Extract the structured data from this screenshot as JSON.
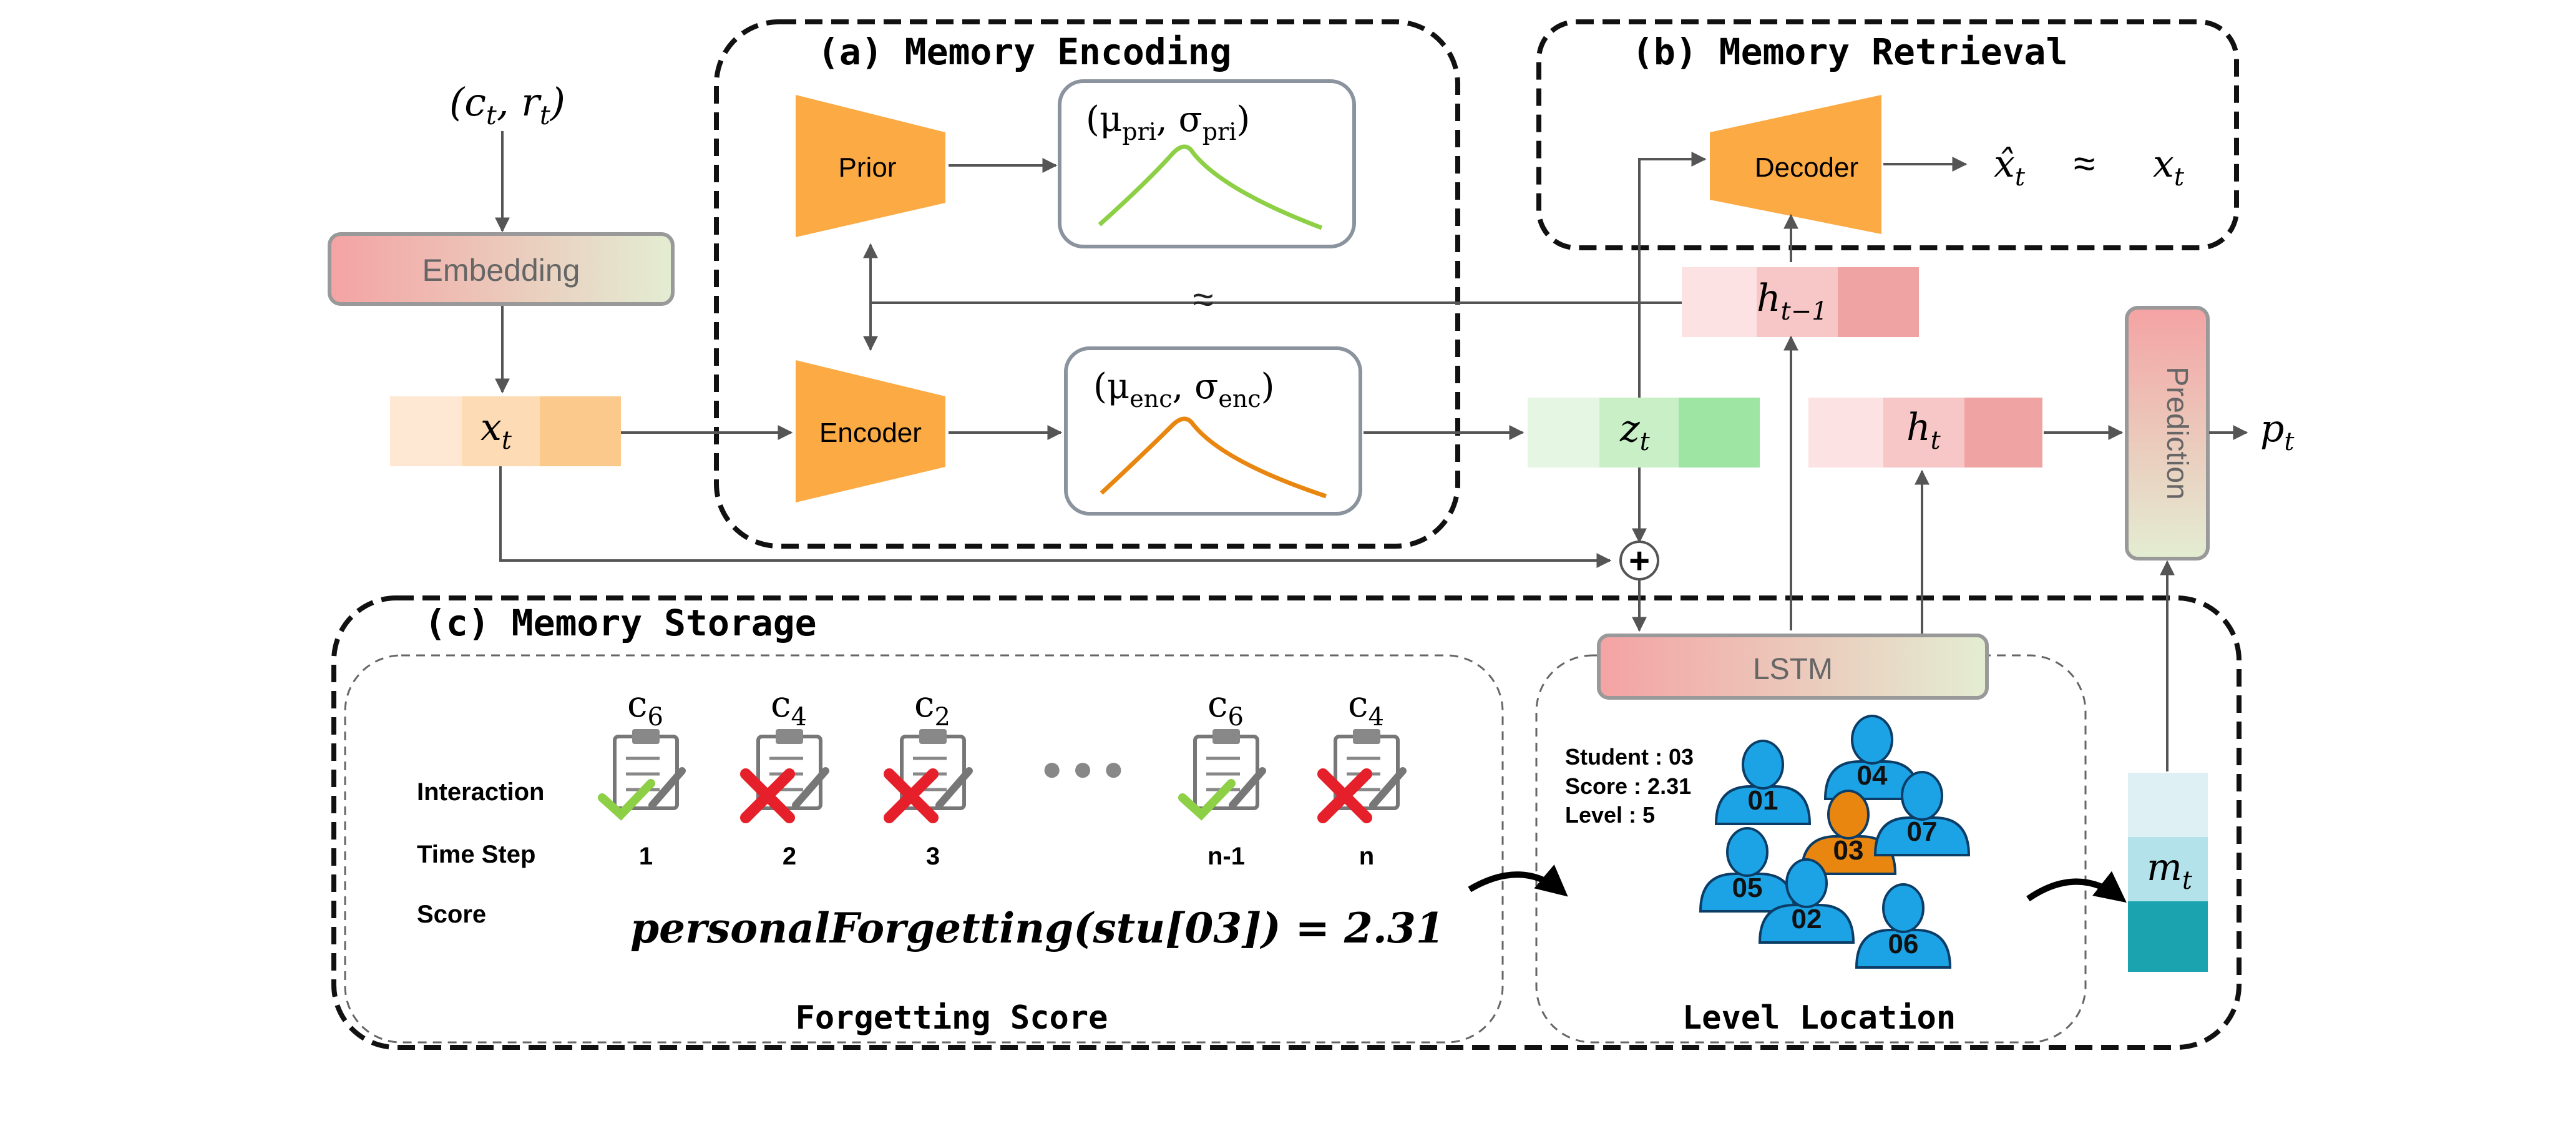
{
  "inputs": {
    "input_pair": "(c",
    "input_pair_tail": ", r",
    "embedding": "Embedding"
  },
  "vars": {
    "x": "x",
    "x_sub": "t",
    "z": "z",
    "z_sub": "t",
    "h": "h",
    "h_sub": "t",
    "h_prev": "h",
    "h_prev_sub": "t−1",
    "m": "m",
    "m_sub": "t",
    "p": "p",
    "p_sub": "t",
    "c_sub": "t",
    "r_sub": "t",
    "approx": "≈",
    "xhat": "x̂"
  },
  "encoding": {
    "title": "(a) Memory Encoding",
    "prior": "Prior",
    "encoder": "Encoder",
    "prior_dist_mu": "(μ",
    "prior_dist_mu_sub": "pri",
    "prior_dist_sigma": ", σ",
    "prior_dist_sigma_sub": "pri",
    "enc_dist_mu": "(μ",
    "enc_dist_mu_sub": "enc",
    "enc_dist_sigma": ", σ",
    "enc_dist_sigma_sub": "enc",
    "close_paren": ")",
    "squiggle": "≈"
  },
  "retrieval": {
    "title": "(b) Memory Retrieval",
    "decoder": "Decoder"
  },
  "storage": {
    "title": "(c) Memory Storage",
    "lstm": "LSTM",
    "prediction": "Prediction",
    "plus": "+",
    "forgetting_title": "Forgetting Score",
    "level_title": "Level Location",
    "row_interaction": "Interaction",
    "row_time": "Time Step",
    "row_score": "Score",
    "dots": "● ● ●",
    "formula": "personalForgetting(stu[03]) = 2.31",
    "items": [
      {
        "concept": "c",
        "sub": "6",
        "step": "1",
        "correct": true
      },
      {
        "concept": "c",
        "sub": "4",
        "step": "2",
        "correct": false
      },
      {
        "concept": "c",
        "sub": "2",
        "step": "3",
        "correct": false
      },
      {
        "concept": "c",
        "sub": "6",
        "step": "n-1",
        "correct": true
      },
      {
        "concept": "c",
        "sub": "4",
        "step": "n",
        "correct": false
      }
    ],
    "student_info": [
      "Student :  03",
      "Score :  2.31",
      "Level :  5"
    ],
    "students": [
      "01",
      "04",
      "03",
      "07",
      "05",
      "02",
      "06"
    ]
  },
  "colors": {
    "orange": "#FBAA44",
    "green_curve": "#8DCF45",
    "orange_curve": "#E8860F",
    "blue": "#1CA3E6",
    "teal": "#1BA3B0"
  }
}
